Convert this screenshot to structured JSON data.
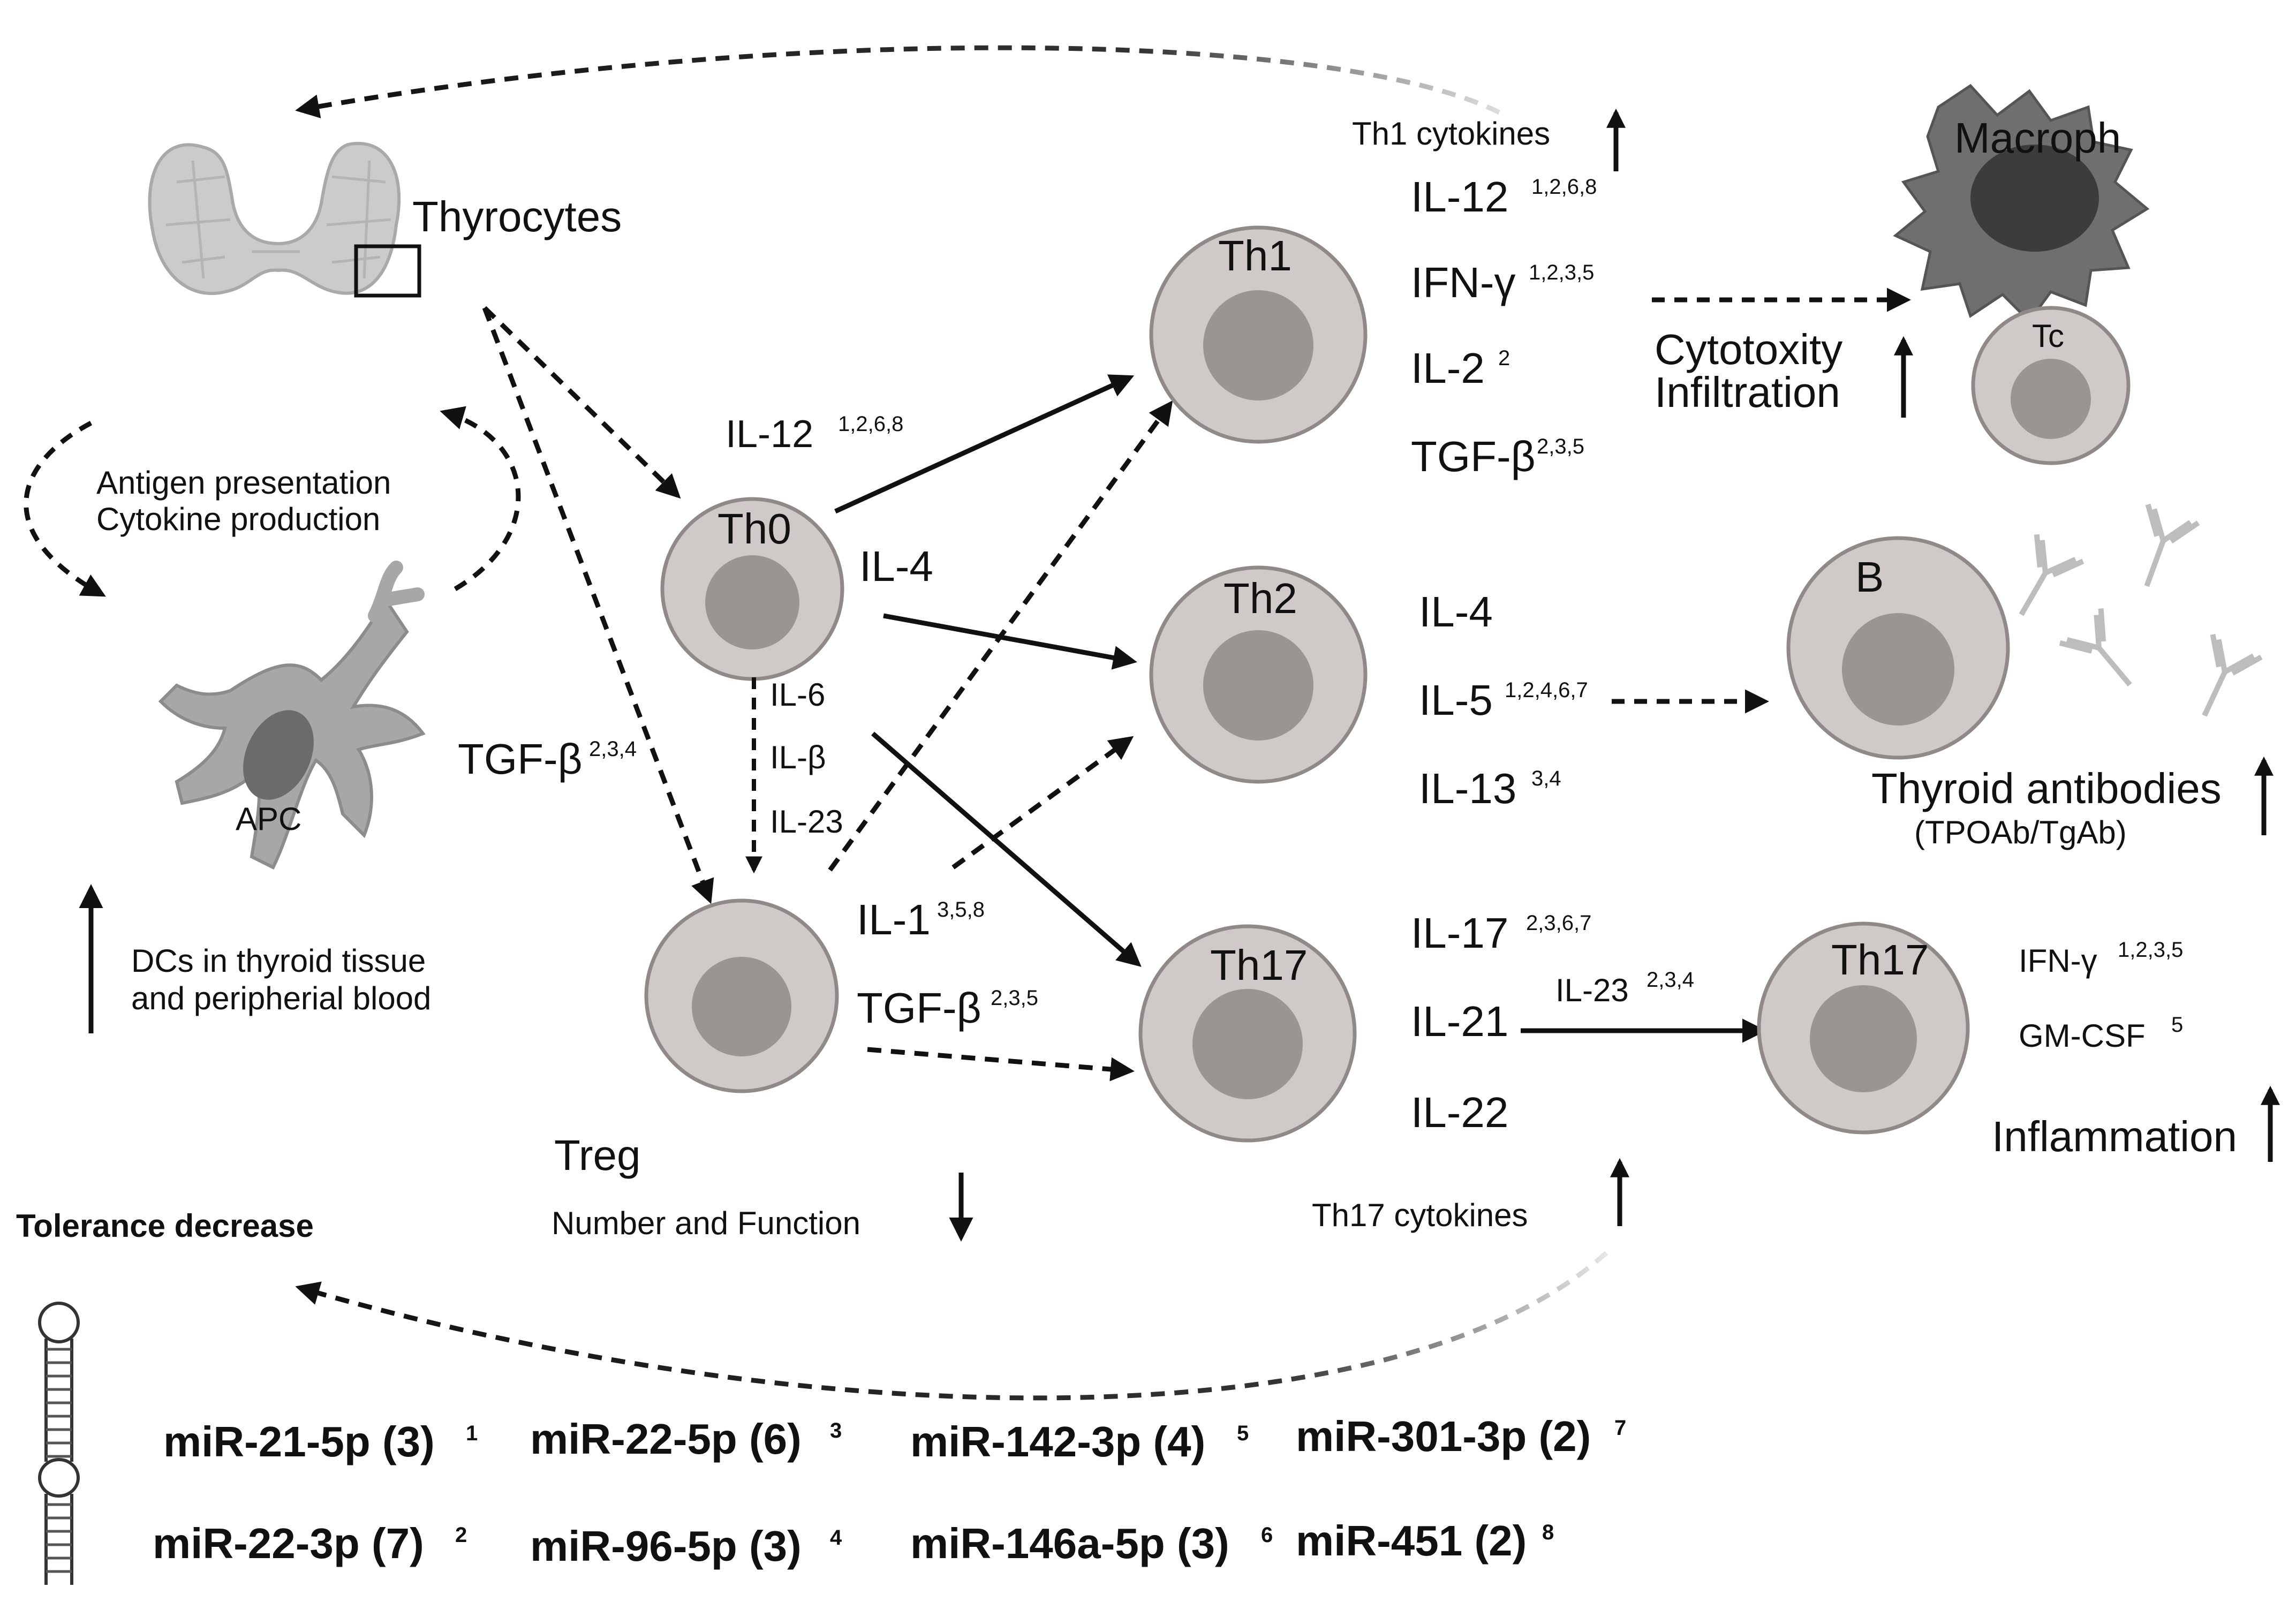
{
  "colors": {
    "cell_outer": "#cfcac8",
    "cell_nucleus": "#9a9593",
    "arrow": "#111111",
    "antibody": "#bdbdbd",
    "thyroid": "#c9c9c9",
    "apc": "#a7a7a7",
    "macrophage": "#6f6f6f"
  },
  "thyroid": {
    "label": "Thyrocytes"
  },
  "loop": {
    "line1": "Antigen presentation",
    "line2": "Cytokine production"
  },
  "apc": {
    "label": "APC",
    "line1": "DCs in thyroid tissue",
    "line2": "and peripherial blood"
  },
  "tolerance": "Tolerance decrease",
  "cells": {
    "th0": "Th0",
    "th1": "Th1",
    "th2": "Th2",
    "th17": "Th17",
    "th17b": "Th17",
    "macrophage": "Macroph",
    "tc": "Tc",
    "b": "B"
  },
  "th0_signals": {
    "il12": {
      "name": "IL-12",
      "refs": "1,2,6,8"
    },
    "il4": "IL-4",
    "il6": "IL-6",
    "ilb": "IL-β",
    "il23": "IL-23",
    "tgfb": {
      "name": "TGF-β",
      "refs": "2,3,4"
    }
  },
  "treg": {
    "il1": {
      "name": "IL-1",
      "refs": "3,5,8"
    },
    "tgfb": {
      "name": "TGF-β",
      "refs": "2,3,5"
    },
    "label": "Treg",
    "sub": "Number and Function"
  },
  "th1_cytokines": {
    "header": "Th1 cytokines",
    "items": [
      {
        "name": "IL-12",
        "refs": "1,2,6,8"
      },
      {
        "name": "IFN-γ",
        "refs": "1,2,3,5"
      },
      {
        "name": "IL-2",
        "refs": "2"
      },
      {
        "name": "TGF-β",
        "refs": "2,3,5"
      }
    ]
  },
  "th2_cytokines": {
    "items": [
      {
        "name": "IL-4",
        "refs": ""
      },
      {
        "name": "IL-5",
        "refs": "1,2,4,6,7"
      },
      {
        "name": "IL-13",
        "refs": "3,4"
      }
    ]
  },
  "th17_cytokines": {
    "header": "Th17 cytokines",
    "items": [
      {
        "name": "IL-17",
        "refs": "2,3,6,7"
      },
      {
        "name": "IL-21",
        "refs": ""
      },
      {
        "name": "IL-22",
        "refs": ""
      }
    ]
  },
  "cytotoxity": {
    "line1": "Cytotoxity",
    "line2": "Infiltration"
  },
  "antibodies": {
    "line1": "Thyroid antibodies",
    "line2": "(TPOAb/TgAb)"
  },
  "il23_arrow": {
    "name": "IL-23",
    "refs": "2,3,4"
  },
  "th17b_outputs": {
    "ifng": {
      "name": "IFN-γ",
      "refs": "1,2,3,5"
    },
    "gmcsf": {
      "name": "GM-CSF",
      "refs": "5"
    },
    "inflammation": "Inflammation"
  },
  "mirnas": [
    {
      "name": "miR-21-5p (3)",
      "ref": "1"
    },
    {
      "name": "miR-22-5p (6)",
      "ref": "3"
    },
    {
      "name": "miR-142-3p (4)",
      "ref": "5"
    },
    {
      "name": "miR-301-3p (2)",
      "ref": "7"
    },
    {
      "name": "miR-22-3p (7)",
      "ref": "2"
    },
    {
      "name": "miR-96-5p (3)",
      "ref": "4"
    },
    {
      "name": "miR-146a-5p (3)",
      "ref": "6"
    },
    {
      "name": "miR-451 (2)",
      "ref": "8"
    }
  ]
}
